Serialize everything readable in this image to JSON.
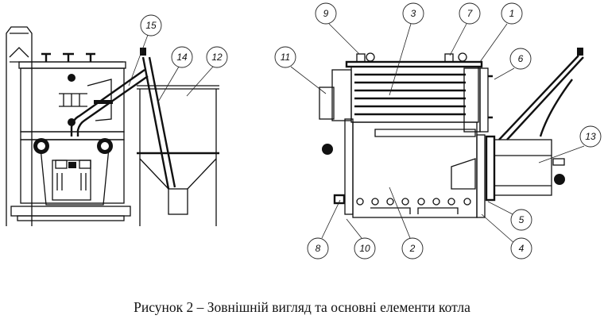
{
  "figure": {
    "caption": "Рисунок 2 – Зовнішній вигляд та основні елементи котла",
    "callouts_left": [
      "15",
      "14",
      "12"
    ],
    "callouts_right": [
      "9",
      "3",
      "7",
      "1",
      "11",
      "6",
      "13",
      "5",
      "4",
      "2",
      "10",
      "8"
    ]
  }
}
